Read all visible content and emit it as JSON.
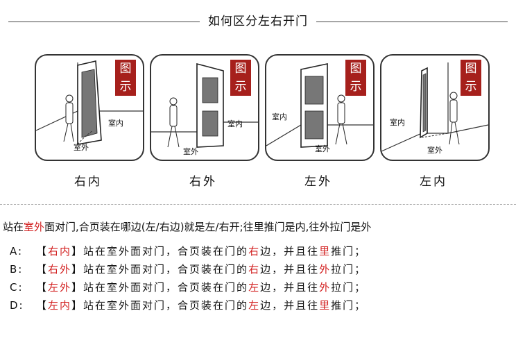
{
  "title": "如何区分左右开门",
  "badge_top": "图",
  "badge_bottom": "示",
  "cards": [
    {
      "label": "右内",
      "inside_label": "室内",
      "outside_label": "室外"
    },
    {
      "label": "右外",
      "inside_label": "室内",
      "outside_label": "室外"
    },
    {
      "label": "左外",
      "inside_label": "室内",
      "outside_label": "室外"
    },
    {
      "label": "左内",
      "inside_label": "室内",
      "outside_label": "室外"
    }
  ],
  "headline": {
    "p1": "站在",
    "p2": "室外",
    "p3": "面对门,合页装在哪边(左/右边)就是左/右开;往里推门是内,往外拉门是外"
  },
  "rows": [
    {
      "key": "A:",
      "bracket_open": "【",
      "type": "右内",
      "bracket_close": "】",
      "t1": "站在室外面对门，合页装在门的",
      "side": "右",
      "t2": "边，并且往",
      "dir": "里",
      "t3": "推门；"
    },
    {
      "key": "B:",
      "bracket_open": "【",
      "type": "右外",
      "bracket_close": "】",
      "t1": "站在室外面对门，合页装在门的",
      "side": "右",
      "t2": "边，并且往",
      "dir": "外",
      "t3": "拉门；"
    },
    {
      "key": "C:",
      "bracket_open": "【",
      "type": "左外",
      "bracket_close": "】",
      "t1": "站在室外面对门，合页装在门的",
      "side": "左",
      "t2": "边，并且往",
      "dir": "外",
      "t3": "拉门；"
    },
    {
      "key": "D:",
      "bracket_open": "【",
      "type": "左内",
      "bracket_close": "】",
      "t1": "站在室外面对门，合页装在门的",
      "side": "左",
      "t2": "边，并且往",
      "dir": "里",
      "t3": "推门；"
    }
  ]
}
